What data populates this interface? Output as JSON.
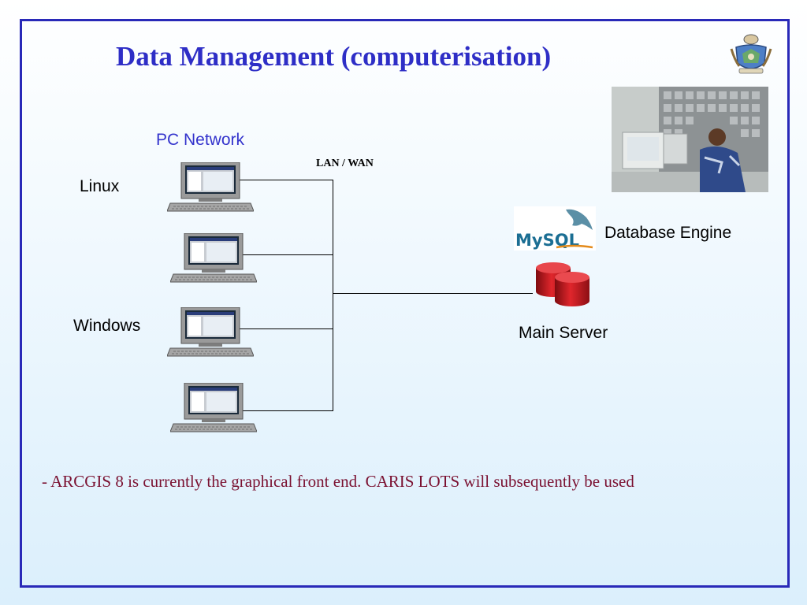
{
  "slide": {
    "title": "Data Management (computerisation)",
    "network_label": "PC Network",
    "lan_label": "LAN / WAN",
    "os_labels": [
      "Linux",
      "Windows"
    ],
    "database_engine_label": "Database Engine",
    "server_label": "Main Server",
    "note": "- ARCGIS 8 is currently the graphical front end.  CARIS LOTS will subsequently be used",
    "mysql_logo_text": "MySQL"
  },
  "icons": [
    "coat-of-arms-icon",
    "server-room-photo",
    "mysql-dolphin-logo",
    "database-cylinders-icon",
    "desktop-computer-icon"
  ],
  "colors": {
    "title": "#2e2ec6",
    "network_label": "#3333cc",
    "note": "#7a1030",
    "frame": "#2929b8",
    "database": "#c0161d"
  }
}
